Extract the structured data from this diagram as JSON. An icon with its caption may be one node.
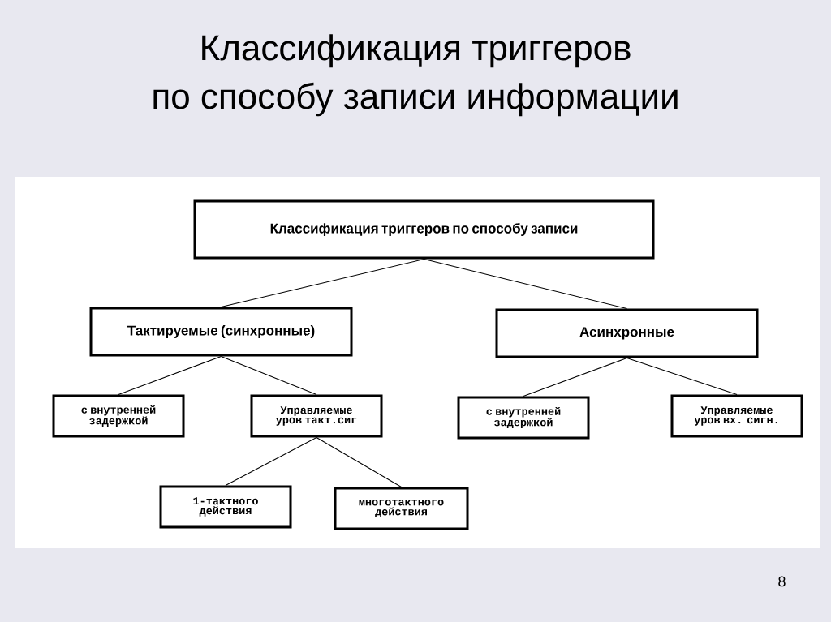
{
  "diagram": {
    "title": "Классификация триггеров по способу записи информации",
    "nodes": [
      {
        "text": [
          "Классификация триггеров по способу записи"
        ]
      },
      {
        "text": [
          "Тактируемые (синхронные)"
        ]
      },
      {
        "text": [
          "Асинхронные"
        ]
      },
      {
        "text": [
          "с внутренней задержкой"
        ]
      },
      {
        "text": [
          "Управляемые уров такт.сиг"
        ]
      },
      {
        "text": [
          "с внутренней задержкой"
        ]
      },
      {
        "text": [
          "Управляемые уров вх. сигн."
        ]
      },
      {
        "text": [
          "1-тактного действия"
        ]
      },
      {
        "text": [
          "многотактного действия"
        ]
      }
    ],
    "edges": [
      {
        "from": 0,
        "to": 1,
        "arrow": "none"
      },
      {
        "from": 0,
        "to": 2,
        "arrow": "none"
      },
      {
        "from": 1,
        "to": 3,
        "arrow": "none"
      },
      {
        "from": 1,
        "to": 4,
        "arrow": "none"
      },
      {
        "from": 2,
        "to": 5,
        "arrow": "none"
      },
      {
        "from": 2,
        "to": 6,
        "arrow": "none"
      },
      {
        "from": 4,
        "to": 7,
        "arrow": "none"
      },
      {
        "from": 4,
        "to": 8,
        "arrow": "none"
      }
    ],
    "labels": [
      "8"
    ]
  }
}
